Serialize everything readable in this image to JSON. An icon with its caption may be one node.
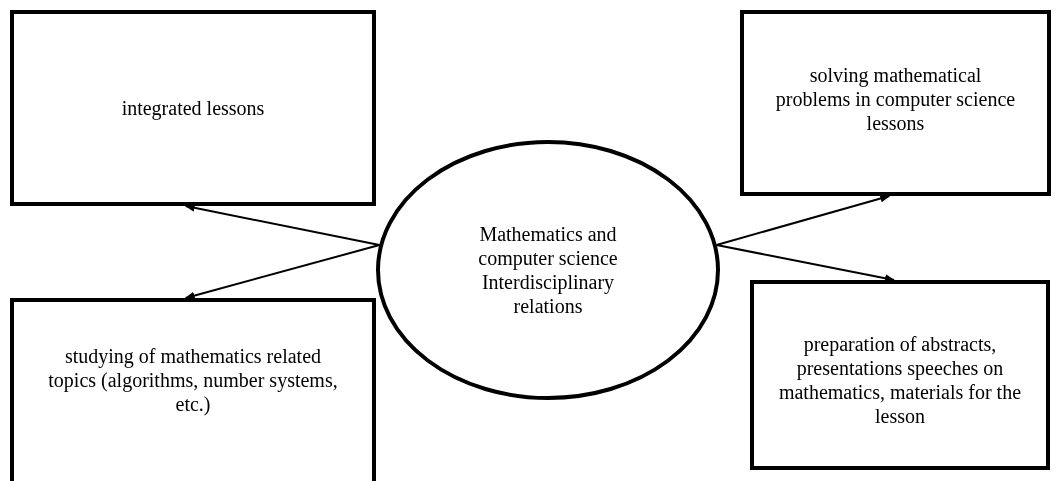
{
  "diagram": {
    "nodes": [
      {
        "text": [
          "integrated lessons"
        ]
      },
      {
        "text": [
          "solving mathematical problems in computer science lessons"
        ]
      },
      {
        "text": [
          "Mathematics and computer science Interdisciplinary relations"
        ]
      },
      {
        "text": [
          "studying of mathematics related topics (algorithms, number systems, etc.)"
        ]
      },
      {
        "text": [
          "preparation of abstracts, presentations speeches on mathematics, materials for the lesson"
        ]
      }
    ],
    "edges": [
      {
        "from": 2,
        "to": 0,
        "arrow": "to"
      },
      {
        "from": 2,
        "to": 3,
        "arrow": "to"
      },
      {
        "from": 2,
        "to": 1,
        "arrow": "to"
      },
      {
        "from": 2,
        "to": 4,
        "arrow": "to"
      }
    ]
  }
}
